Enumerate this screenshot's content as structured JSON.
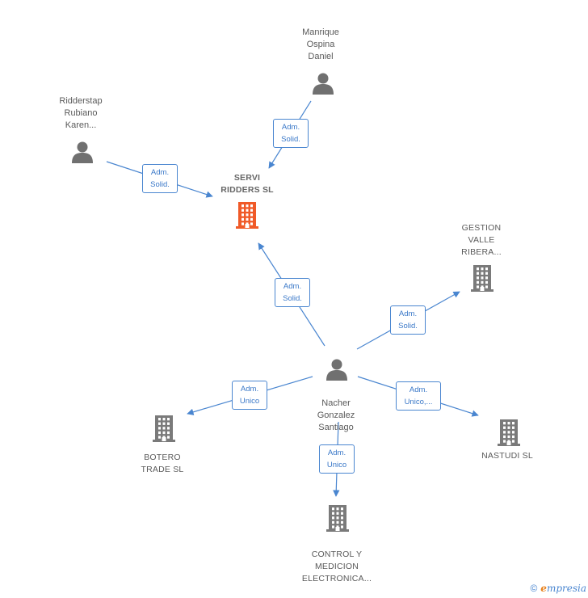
{
  "colors": {
    "edge": "#4a86d0",
    "person_icon": "#707070",
    "company_icon": "#7a7a7a",
    "main_company_icon": "#f05a28"
  },
  "nodes": [
    {
      "id": "servi",
      "type": "company",
      "main": true,
      "label": "SERVI\nRIDDERS  SL",
      "icon": "building-icon"
    },
    {
      "id": "manrique",
      "type": "person",
      "label": "Manrique\nOspina\nDaniel",
      "icon": "person-icon"
    },
    {
      "id": "ridderstap",
      "type": "person",
      "label": "Ridderstap\nRubiano\nKaren...",
      "icon": "person-icon"
    },
    {
      "id": "nacher",
      "type": "person",
      "label": "Nacher\nGonzalez\nSantiago",
      "icon": "person-icon"
    },
    {
      "id": "gestion",
      "type": "company",
      "label": "GESTION\nVALLE\nRIBERA...",
      "icon": "building-icon"
    },
    {
      "id": "botero",
      "type": "company",
      "label": "BOTERO\nTRADE  SL",
      "icon": "building-icon"
    },
    {
      "id": "nastudi",
      "type": "company",
      "label": "NASTUDI  SL",
      "icon": "building-icon"
    },
    {
      "id": "control",
      "type": "company",
      "label": "CONTROL Y\nMEDICION\nELECTRONICA...",
      "icon": "building-icon"
    }
  ],
  "edges": [
    {
      "from": "manrique",
      "to": "servi",
      "label": "Adm.\nSolid."
    },
    {
      "from": "ridderstap",
      "to": "servi",
      "label": "Adm.\nSolid."
    },
    {
      "from": "nacher",
      "to": "servi",
      "label": "Adm.\nSolid."
    },
    {
      "from": "nacher",
      "to": "gestion",
      "label": "Adm.\nSolid."
    },
    {
      "from": "nacher",
      "to": "botero",
      "label": "Adm.\nUnico"
    },
    {
      "from": "nacher",
      "to": "nastudi",
      "label": "Adm.\nUnico,..."
    },
    {
      "from": "nacher",
      "to": "control",
      "label": "Adm.\nUnico"
    }
  ],
  "footer": {
    "copyright": "©",
    "brand_first": "e",
    "brand_rest": "mpresia"
  }
}
